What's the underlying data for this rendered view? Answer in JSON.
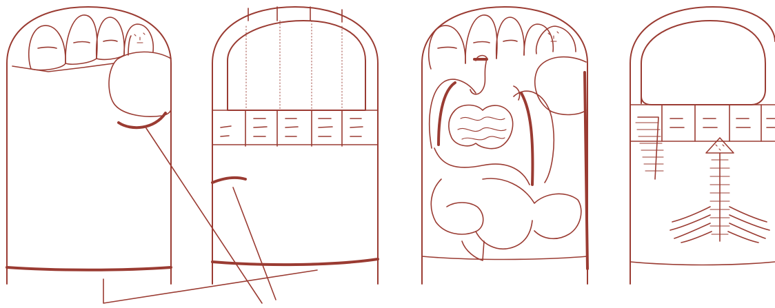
{
  "figure": {
    "panel_count": 4,
    "colors": {
      "ink": "#9a3b32",
      "background": "#ffffff"
    },
    "panels": [
      {
        "name": "toes-and-heel",
        "icons": [
          "toe-icon",
          "face-icon",
          "heel-line-icon"
        ]
      },
      {
        "name": "toe-grid",
        "icons": [
          "grid-icon",
          "heel-line-icon"
        ]
      },
      {
        "name": "digestive-organs",
        "icons": [
          "stomach-icon",
          "intestine-icon",
          "colon-icon",
          "kidney-icon",
          "face-icon"
        ]
      },
      {
        "name": "spine",
        "icons": [
          "spine-icon",
          "rib-icon"
        ]
      }
    ]
  }
}
